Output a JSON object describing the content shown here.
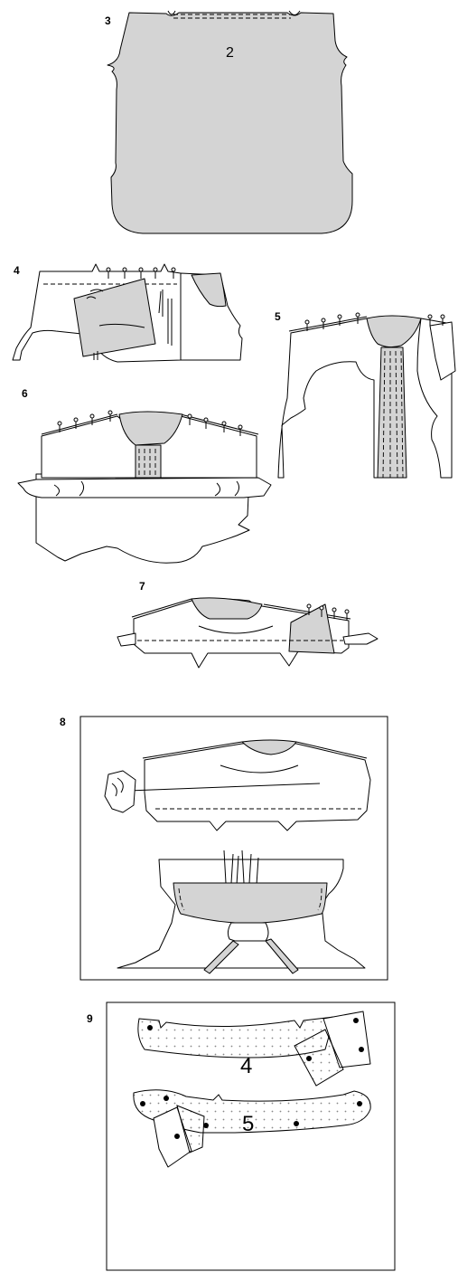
{
  "steps": {
    "s3": {
      "label": "3",
      "piece": "2"
    },
    "s4": {
      "label": "4"
    },
    "s5": {
      "label": "5"
    },
    "s6": {
      "label": "6"
    },
    "s7": {
      "label": "7"
    },
    "s8": {
      "label": "8"
    },
    "s9": {
      "label": "9",
      "pieces": [
        "4",
        "5"
      ]
    }
  },
  "colors": {
    "fill_grey": "#d4d4d4",
    "line": "#000000",
    "paper": "#ffffff"
  }
}
